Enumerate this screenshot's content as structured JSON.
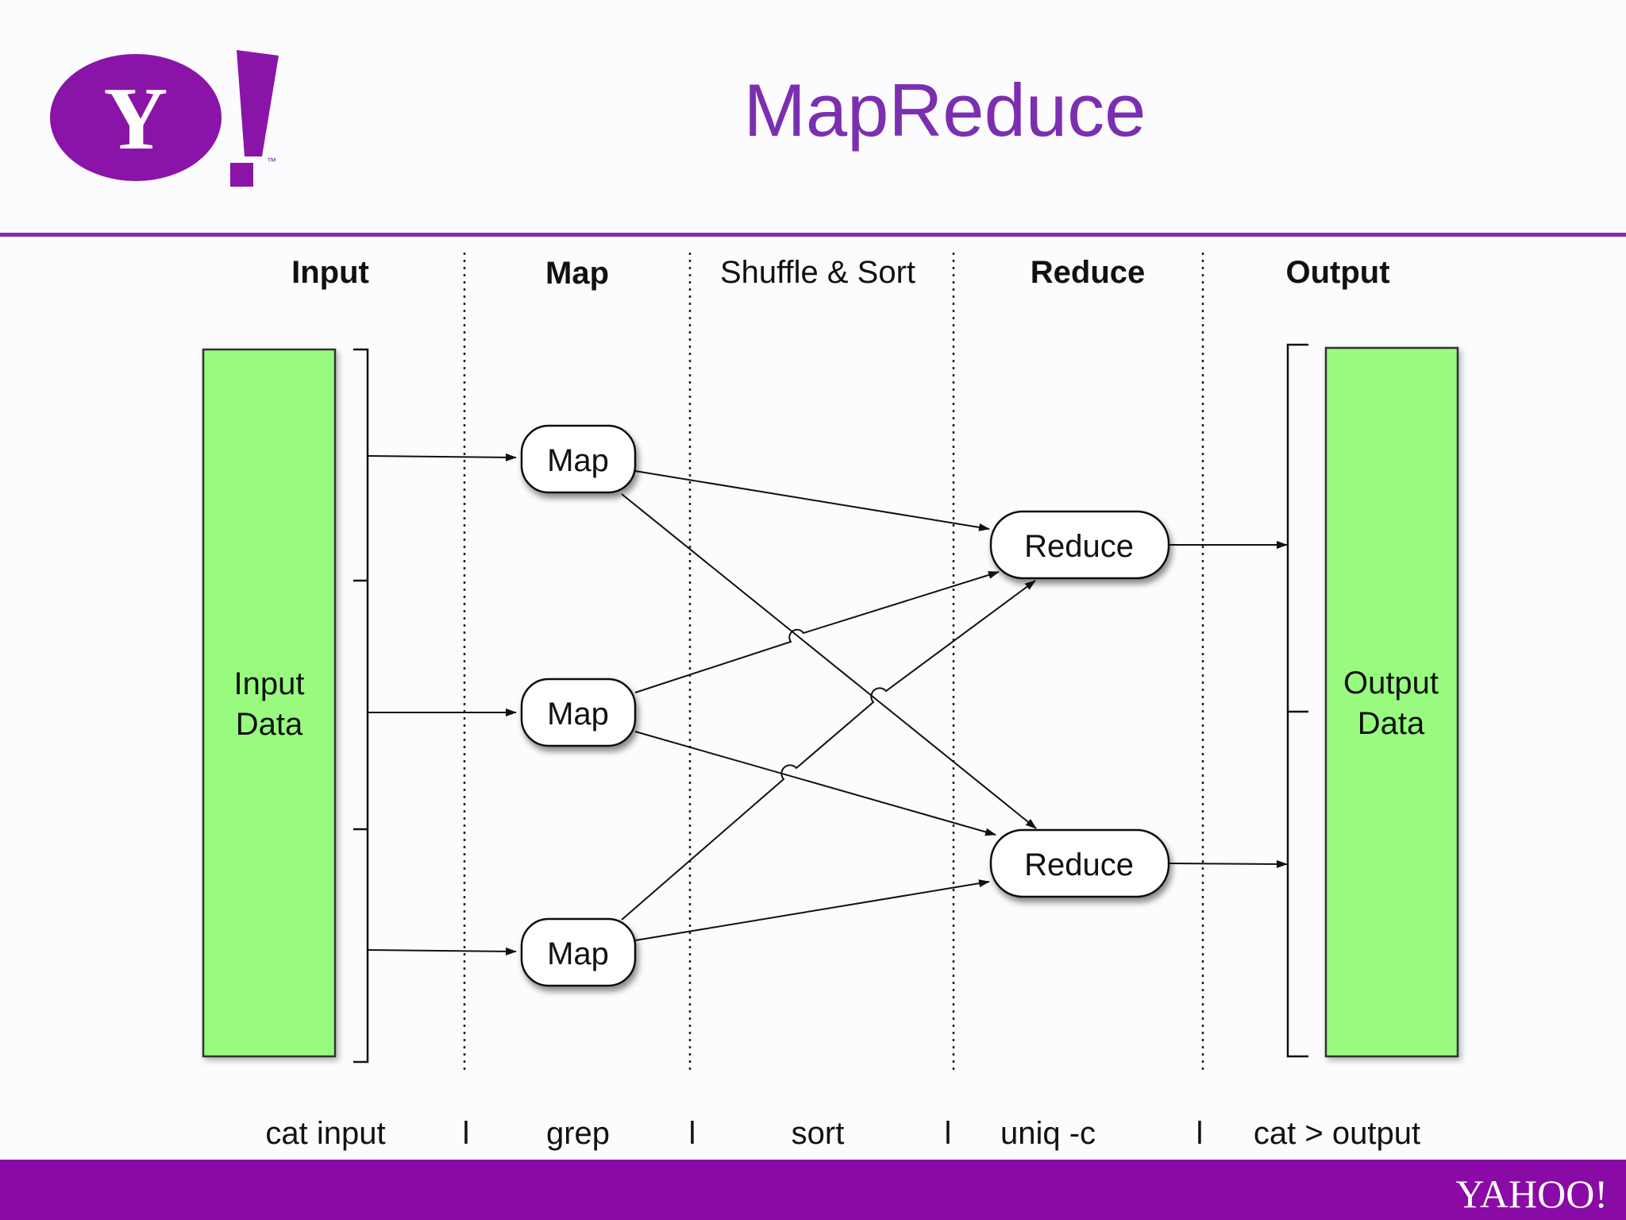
{
  "slide": {
    "title": "MapReduce"
  },
  "logo": {
    "top_letter": "Y",
    "top_bang": "!",
    "top_tm": "™",
    "footer_wordmark": "YAHOO!"
  },
  "stages": {
    "input": "Input",
    "map": "Map",
    "shuffle": "Shuffle & Sort",
    "reduce": "Reduce",
    "output": "Output"
  },
  "blocks": {
    "input_data": {
      "line1": "Input",
      "line2": "Data"
    },
    "output_data": {
      "line1": "Output",
      "line2": "Data"
    }
  },
  "nodes": {
    "map": [
      "Map",
      "Map",
      "Map"
    ],
    "reduce": [
      "Reduce",
      "Reduce"
    ]
  },
  "pipeline": {
    "cat_input": "cat input",
    "pipe1": "l",
    "grep": "grep",
    "pipe2": "l",
    "sort": "sort",
    "pipe3": "l",
    "uniq": "uniq -c",
    "pipe4": "l",
    "cat_output": "cat > output"
  },
  "colors": {
    "brand_purple": "#7b2fb0",
    "footer_purple": "#8a0aa5",
    "data_green": "#98fb7f"
  }
}
